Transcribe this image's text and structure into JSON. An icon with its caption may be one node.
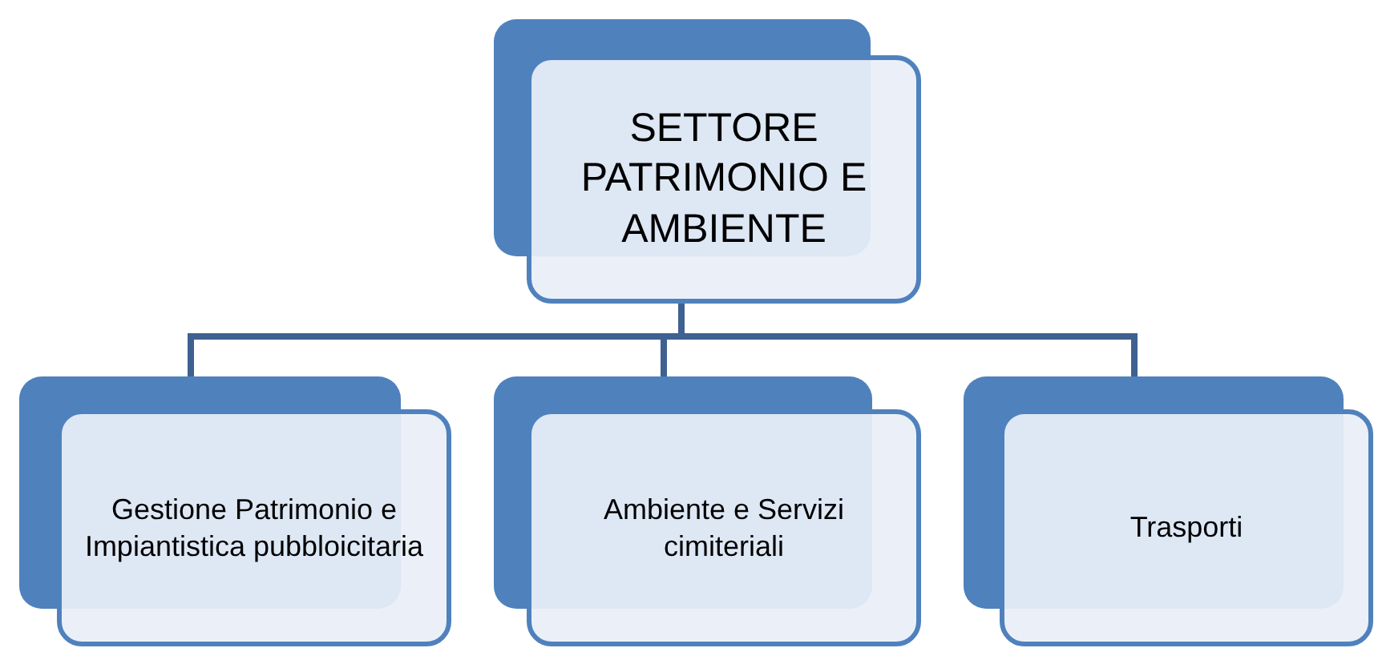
{
  "diagram": {
    "nodes": [
      {
        "text": [
          "SETTORE PATRIMONIO E AMBIENTE"
        ]
      },
      {
        "text": [
          "Gestione Patrimonio e Impiantistica pubbloicitaria"
        ]
      },
      {
        "text": [
          "Ambiente e Servizi cimiteriali"
        ]
      },
      {
        "text": [
          "Trasporti"
        ]
      }
    ],
    "edges": [
      {
        "from": 0,
        "to": 1,
        "arrow": "none"
      },
      {
        "from": 0,
        "to": 2,
        "arrow": "none"
      },
      {
        "from": 0,
        "to": 3,
        "arrow": "none"
      }
    ]
  }
}
